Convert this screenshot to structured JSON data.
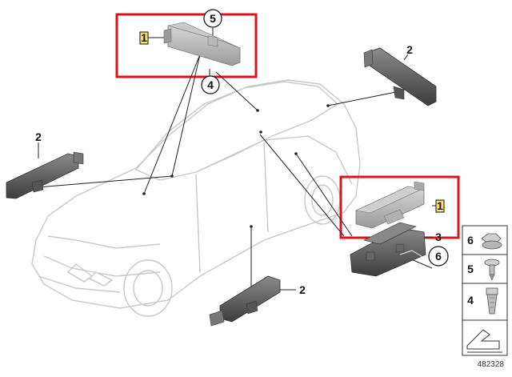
{
  "callouts": {
    "part1_top": "1",
    "part1_right": "1",
    "part2_right": "2",
    "part2_left": "2",
    "part2_bottom": "2",
    "part3": "3",
    "part4": "4",
    "part5": "5",
    "part6": "6"
  },
  "legend": [
    {
      "number": "6",
      "icon": "nut-icon"
    },
    {
      "number": "5",
      "icon": "screw-icon"
    },
    {
      "number": "4",
      "icon": "clip-icon"
    }
  ],
  "diagram_id": "482328",
  "colors": {
    "highlight": "#d9141c",
    "part_dark": "#4a4a4a",
    "label_fill": "#f3e36a"
  }
}
